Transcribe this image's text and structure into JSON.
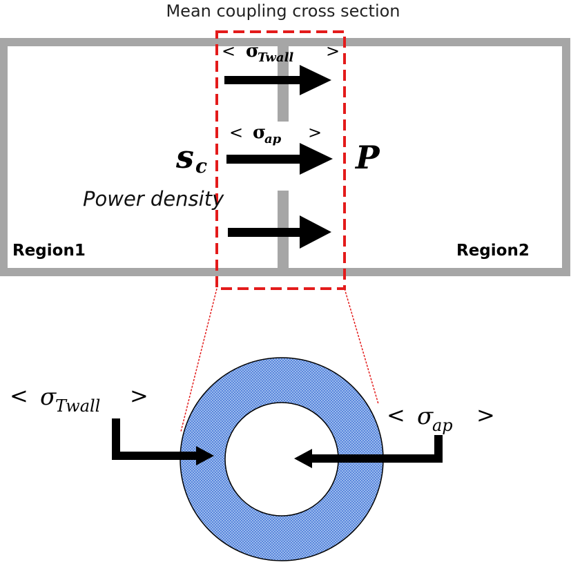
{
  "title": "Mean coupling cross section",
  "top_diagram": {
    "region_left": "Region1",
    "region_right": "Region2",
    "source_symbol": "s",
    "source_subscript": "c",
    "source_caption": "Power density",
    "target_symbol": "P",
    "sigma_symbol": "σ",
    "twall_subscript": "Twall",
    "ap_subscript": "ap",
    "bracket_open": "<",
    "bracket_close": ">"
  },
  "bottom_diagram": {
    "sigma_symbol": "σ",
    "twall_subscript": "Twall",
    "ap_subscript": "ap",
    "bracket_open": "<",
    "bracket_close": ">"
  },
  "colors": {
    "wall": "#a6a6a6",
    "dashed_box": "#e31b1b",
    "arrow": "#000000",
    "ring_fill": "#a9c6f0",
    "ring_hatch": "#3d6fd6"
  }
}
